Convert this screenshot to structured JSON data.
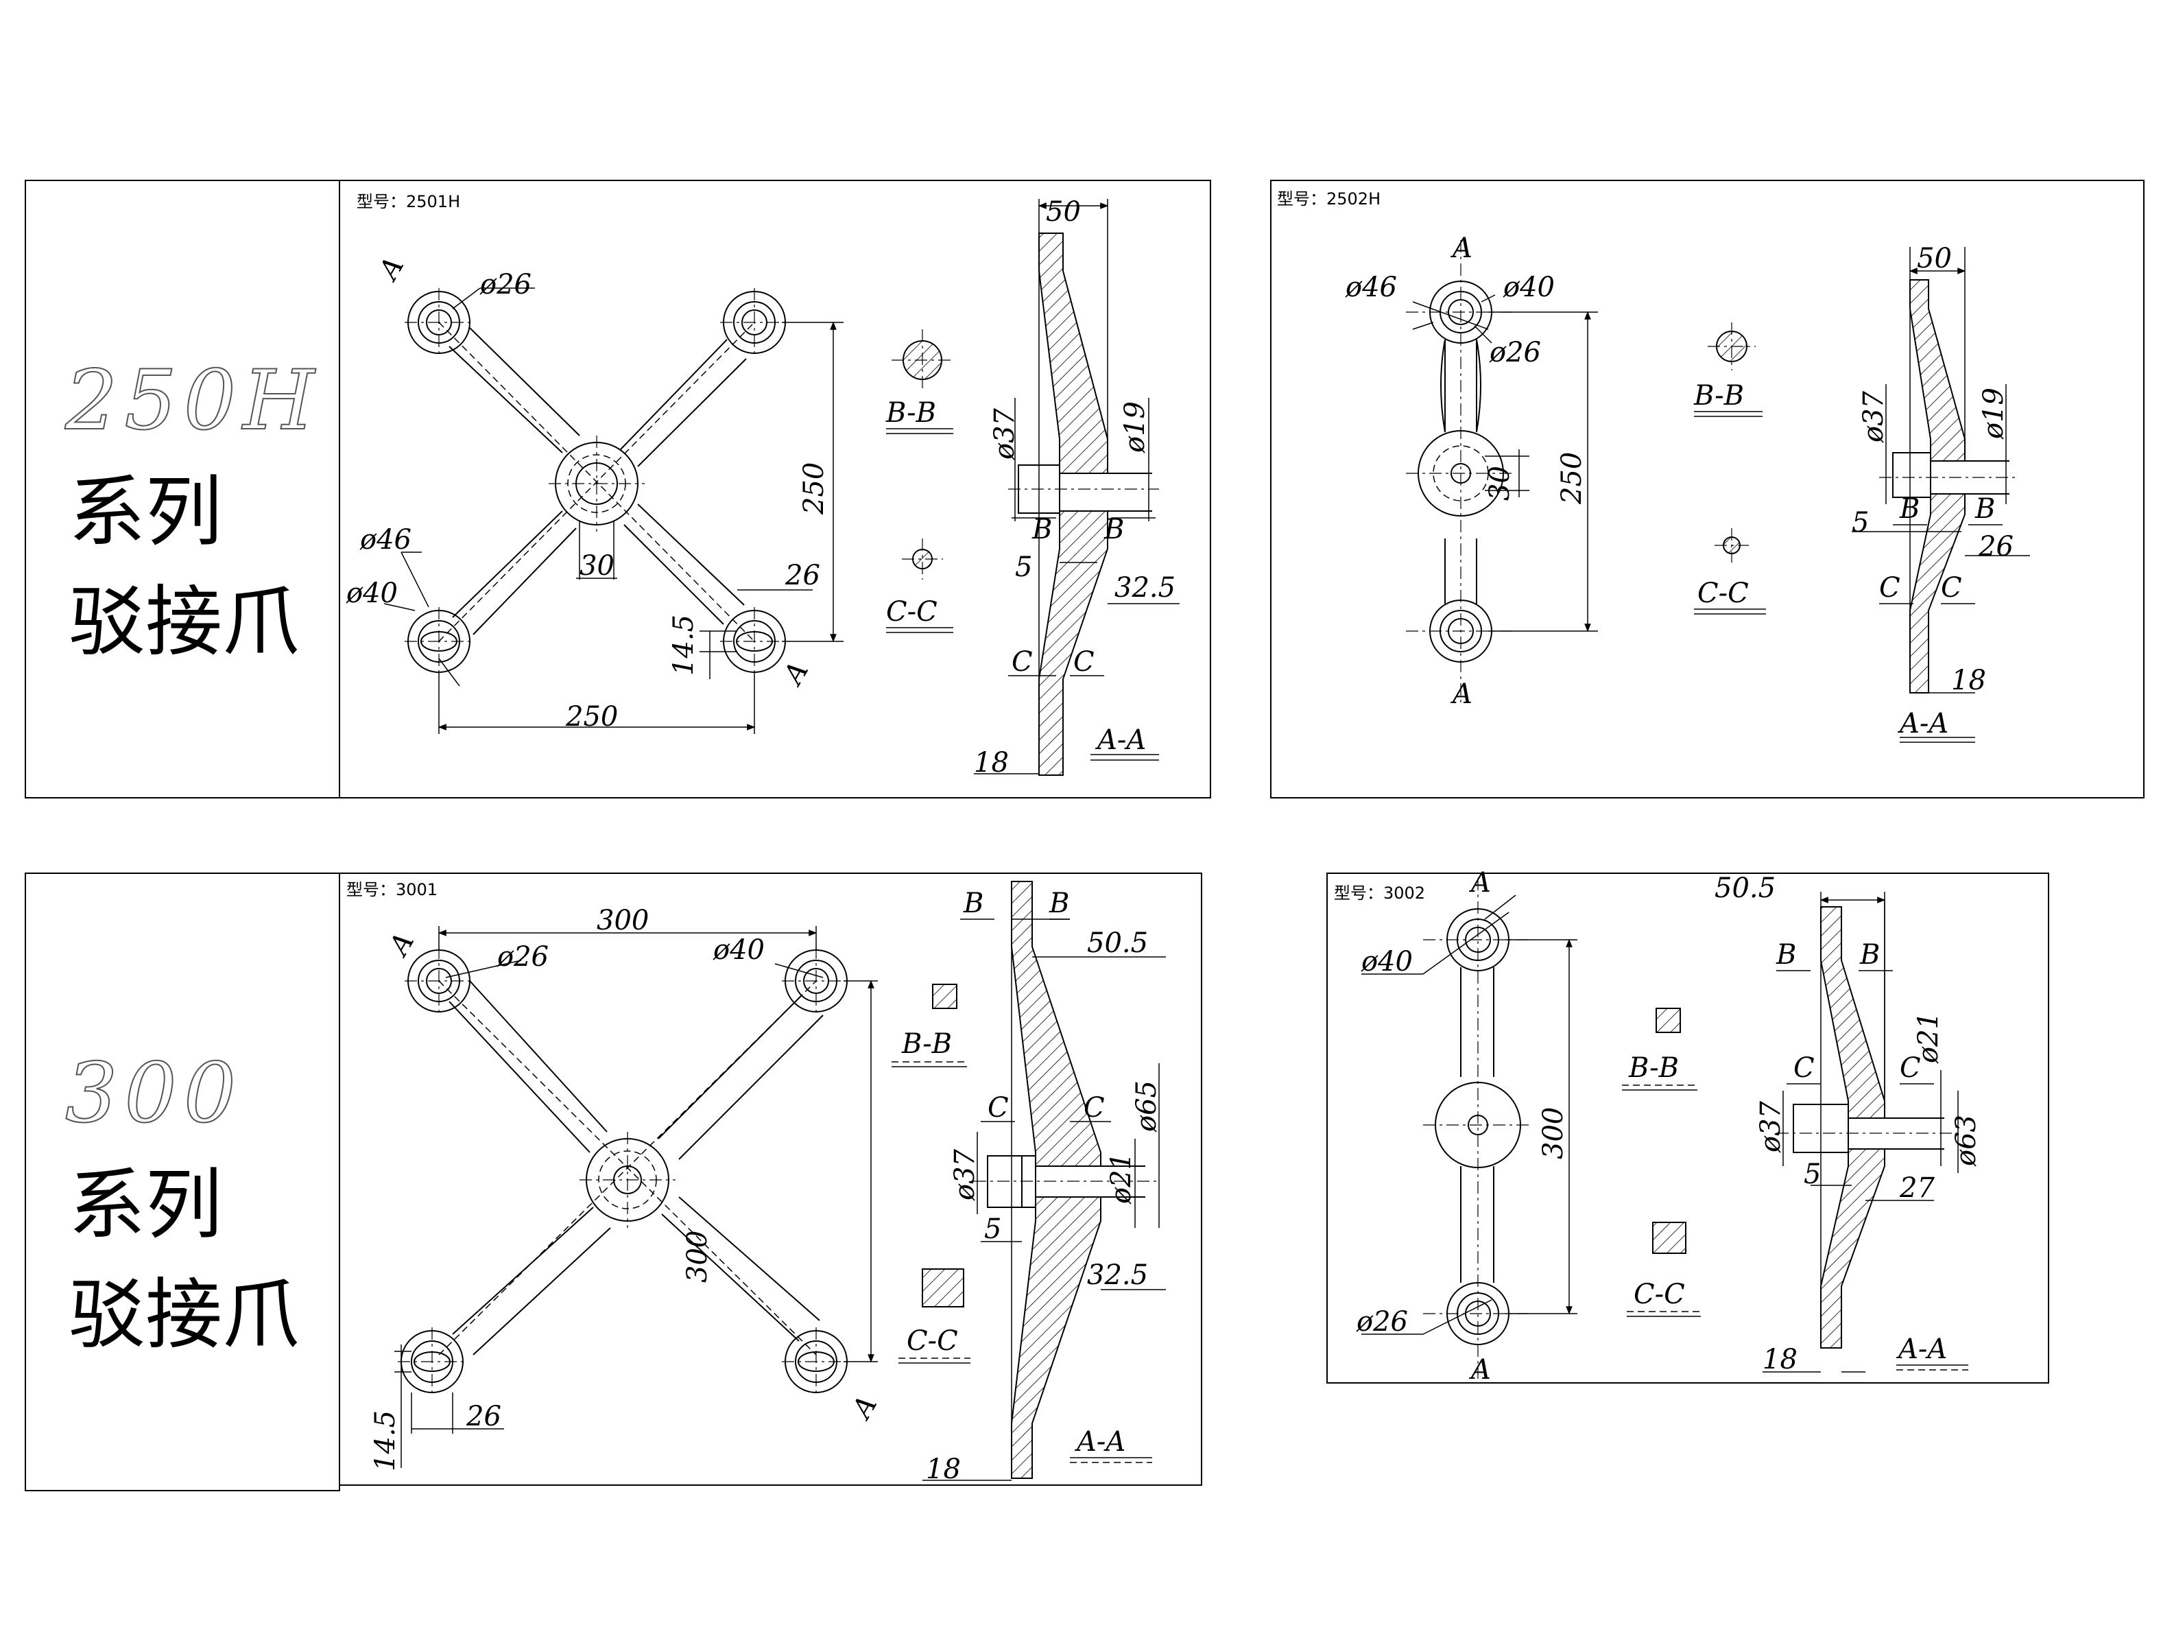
{
  "series_panels": [
    {
      "series": "250H",
      "line1": "系列",
      "line2": "驳接爪"
    },
    {
      "series": "300",
      "line1": "系列",
      "line2": "驳接爪"
    }
  ],
  "models": {
    "m2501H": {
      "model_label": "型号：2501H",
      "section_labels": {
        "bb": "B-B",
        "cc": "C-C",
        "aa": "A-A",
        "a": "A",
        "b": "B",
        "c": "C"
      },
      "dims": {
        "d26": "ø26",
        "d46": "ø46",
        "d40": "ø40",
        "l250a": "250",
        "l250b": "250",
        "l30": "30",
        "l26": "26",
        "l14_5": "14.5",
        "w50": "50",
        "d37": "ø37",
        "d19": "ø19",
        "l5": "5",
        "l32_5": "32.5",
        "l18": "18"
      }
    },
    "m2502H": {
      "model_label": "型号：2502H",
      "section_labels": {
        "bb": "B-B",
        "cc": "C-C",
        "aa": "A-A",
        "a": "A",
        "b": "B",
        "c": "C"
      },
      "dims": {
        "d46": "ø46",
        "d40": "ø40",
        "d26": "ø26",
        "l30": "30",
        "l250": "250",
        "w50": "50",
        "d37": "ø37",
        "d19": "ø19",
        "l5": "5",
        "l26": "26",
        "l18": "18"
      }
    },
    "m3001": {
      "model_label": "型号：3001",
      "section_labels": {
        "bb": "B-B",
        "cc": "C-C",
        "aa": "A-A",
        "a": "A",
        "b": "B",
        "c": "C"
      },
      "dims": {
        "l300a": "300",
        "d26": "ø26",
        "d40": "ø40",
        "l300b": "300",
        "l14_5": "14.5",
        "l26": "26",
        "w50_5": "50.5",
        "d65": "ø65",
        "d37": "ø37",
        "d21": "ø21",
        "l5": "5",
        "l32_5": "32.5",
        "l18": "18"
      }
    },
    "m3002": {
      "model_label": "型号：3002",
      "section_labels": {
        "bb": "B-B",
        "cc": "C-C",
        "aa": "A-A",
        "a": "A",
        "b": "B",
        "c": "C"
      },
      "dims": {
        "d40": "ø40",
        "d26": "ø26",
        "l300": "300",
        "w50_5": "50.5",
        "d21": "ø21",
        "d37": "ø37",
        "d63": "ø63",
        "l5": "5",
        "l27": "27",
        "l18": "18"
      }
    }
  }
}
